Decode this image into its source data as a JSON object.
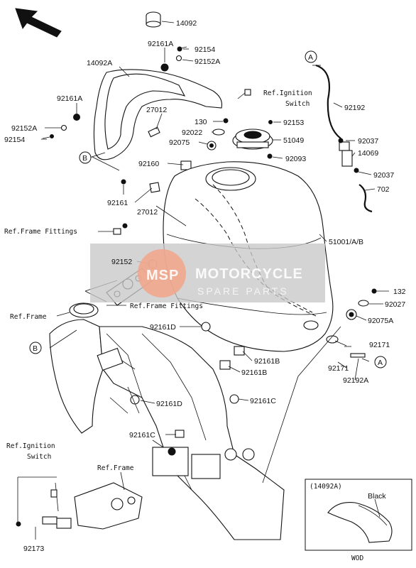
{
  "labels": {
    "p14092": "14092",
    "p92161A_top": "92161A",
    "p92154_top": "92154",
    "p92152A_top": "92152A",
    "p14092A": "14092A",
    "p92161A_left": "92161A",
    "p92152A_left": "92152A",
    "p92154_left": "92154",
    "p27012_top": "27012",
    "p130": "130",
    "p92022": "92022",
    "p92153": "92153",
    "p51049": "51049",
    "p92075": "92075",
    "p92093": "92093",
    "p92160": "92160",
    "p92161": "92161",
    "p27012_mid": "27012",
    "p92192": "92192",
    "p92037_a": "92037",
    "p14069": "14069",
    "p92037_b": "92037",
    "p702": "702",
    "p51001": "51001/A/B",
    "p92152": "92152",
    "p132": "132",
    "p92027": "92027",
    "p92075A": "92075A",
    "p92171_a": "92171",
    "p92171_b": "92171",
    "p92192A": "92192A",
    "p92161D_top": "92161D",
    "p92161B_a": "92161B",
    "p92161B_b": "92161B",
    "p92161D_mid": "92161D",
    "p92161C_right": "92161C",
    "p92161C_low": "92161C",
    "p92173": "92173"
  },
  "refs": {
    "ignition_top_1": "Ref.Ignition",
    "ignition_top_2": "Switch",
    "frame_fittings_1": "Ref.Frame Fittings",
    "frame_fittings_2": "Ref.Frame Fittings",
    "frame_left": "Ref.Frame",
    "ignition_bottom_1": "Ref.Ignition",
    "ignition_bottom_2": "Switch",
    "frame_bottom": "Ref.Frame"
  },
  "callouts": {
    "A_top": "A",
    "B_left": "B",
    "B_bottom": "B",
    "A_right": "A"
  },
  "inset": {
    "title": "(14092A)",
    "label": "Black",
    "footer": "WOD"
  },
  "watermark": {
    "line1": "MOTORCYCLE",
    "line2": "SPARE PARTS",
    "badge": "MSP",
    "color": "#c8c8c8",
    "accent": "#f2a48a"
  }
}
